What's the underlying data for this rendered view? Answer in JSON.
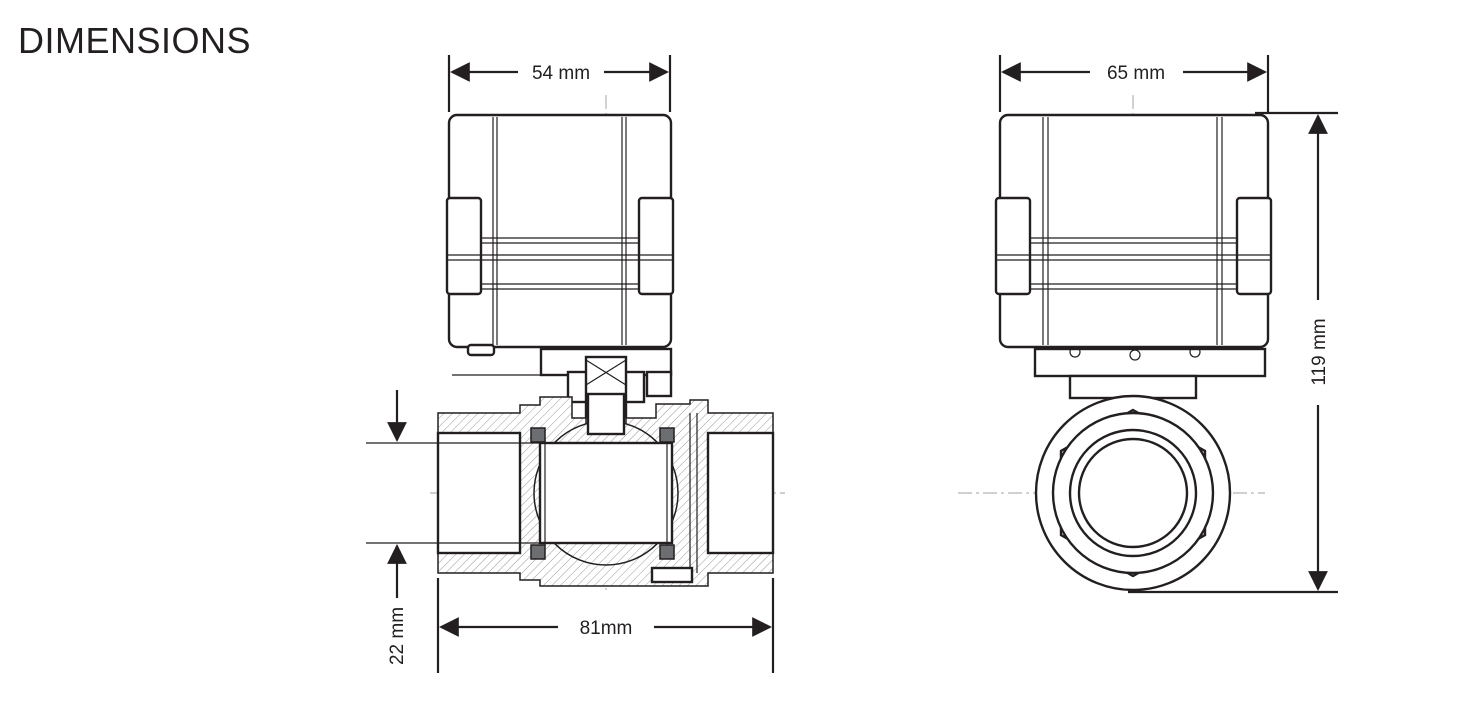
{
  "title": "DIMENSIONS",
  "dimensions": {
    "front_actuator_width": "54 mm",
    "side_actuator_width": "65 mm",
    "total_height": "119 mm",
    "body_length": "81mm",
    "bore_diameter": "22 mm"
  }
}
